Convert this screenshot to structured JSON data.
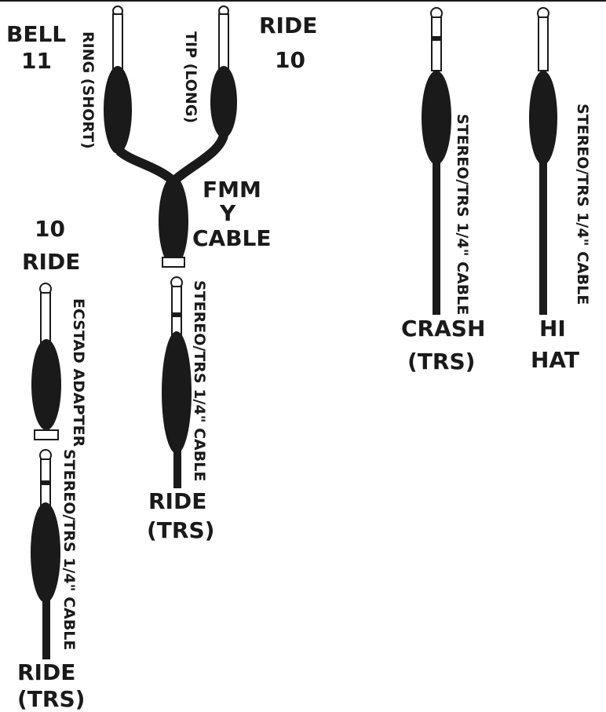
{
  "labels": {
    "bell_11": [
      "BELL",
      "11"
    ],
    "ride_10_top": [
      "RIDE",
      "10"
    ],
    "ring_short": "RING (SHORT)",
    "tip_long": "TIP (LONG)",
    "fmm_y_cable": [
      "FMM",
      "Y",
      "CABLE"
    ],
    "ten_ride": [
      "10",
      "RIDE"
    ],
    "ecstad_adapter": "ECSTAD ADAPTER",
    "stereo_cable_left": "STEREO/TRS 1/4\" CABLE",
    "stereo_cable_middle": "STEREO/TRS 1/4\" CABLE",
    "stereo_cable_crash": "STEREO/TRS 1/4\" CABLE",
    "stereo_cable_hihat": "STEREO/TRS 1/4\" CABLE",
    "ride_trs_middle": [
      "RIDE",
      "(TRS)"
    ],
    "ride_trs_left": [
      "RIDE",
      "(TRS)"
    ],
    "crash_trs": [
      "CRASH",
      "(TRS)"
    ],
    "hi_hat": [
      "HI",
      "HAT"
    ]
  },
  "colors": {
    "ink": "#1a1a1a",
    "background": "#ffffff"
  }
}
